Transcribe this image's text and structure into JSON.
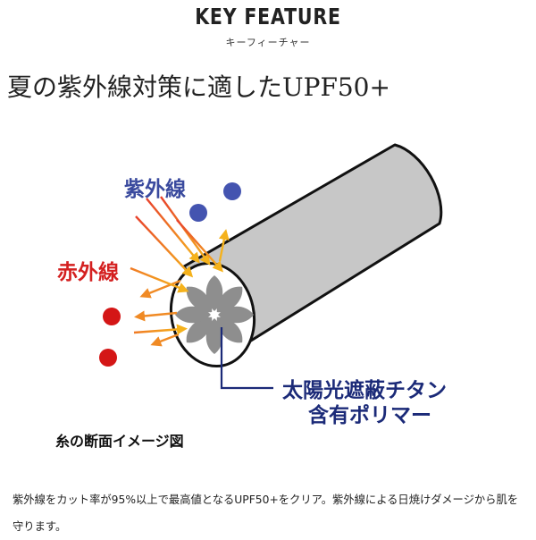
{
  "header": {
    "title": "KEY FEATURE",
    "subtitle": "キーフィーチャー"
  },
  "headline": "夏の紫外線対策に適したUPF50+",
  "diagram": {
    "uv_label": "紫外線",
    "ir_label": "赤外線",
    "callout_line1": "太陽光遮蔽チタン",
    "callout_line2": "含有ポリマー",
    "caption": "糸の断面イメージ図",
    "colors": {
      "uv": "#3a4a9e",
      "ir": "#d42020",
      "uv_dot": "#4454b0",
      "ir_dot": "#d41616",
      "arrow_start": "#e8412c",
      "arrow_end": "#f5b21c",
      "cylinder": "#c7c7c7",
      "petal": "#8e8e8e",
      "callout": "#1b2a78"
    },
    "icons": [
      "uv-dot",
      "ir-dot",
      "ray-arrow",
      "fiber-cylinder",
      "cross-section-flower"
    ]
  },
  "description": "紫外線をカット率が95%以上で最高値となるUPF50+をクリア。紫外線による日焼けダメージから肌を守ります。"
}
